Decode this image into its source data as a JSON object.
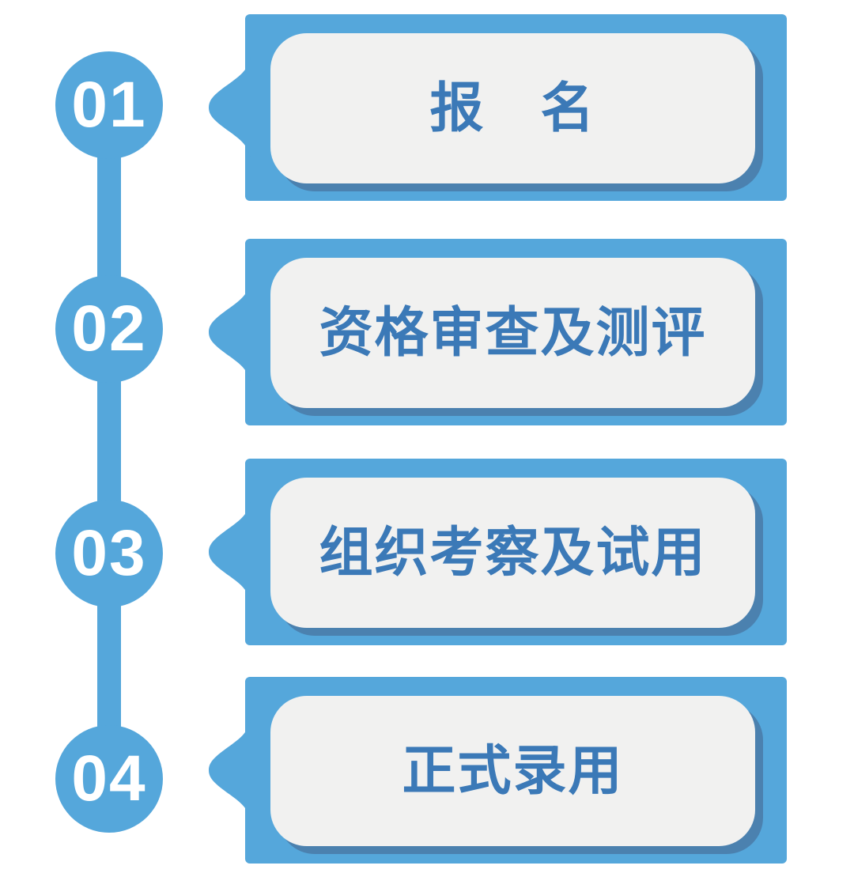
{
  "theme": {
    "page_bg": "#FFFFFF",
    "accent_color": "#55A7DB",
    "shadow_color": "#4B81AF",
    "card_bg": "#F1F1F0",
    "label_color": "#3B79B7",
    "number_color": "#FFFFFF"
  },
  "diagram": {
    "steps": [
      {
        "number": "01",
        "label": "报　名"
      },
      {
        "number": "02",
        "label": "资格审查及测评"
      },
      {
        "number": "03",
        "label": "组织考察及试用"
      },
      {
        "number": "04",
        "label": "正式录用"
      }
    ]
  }
}
